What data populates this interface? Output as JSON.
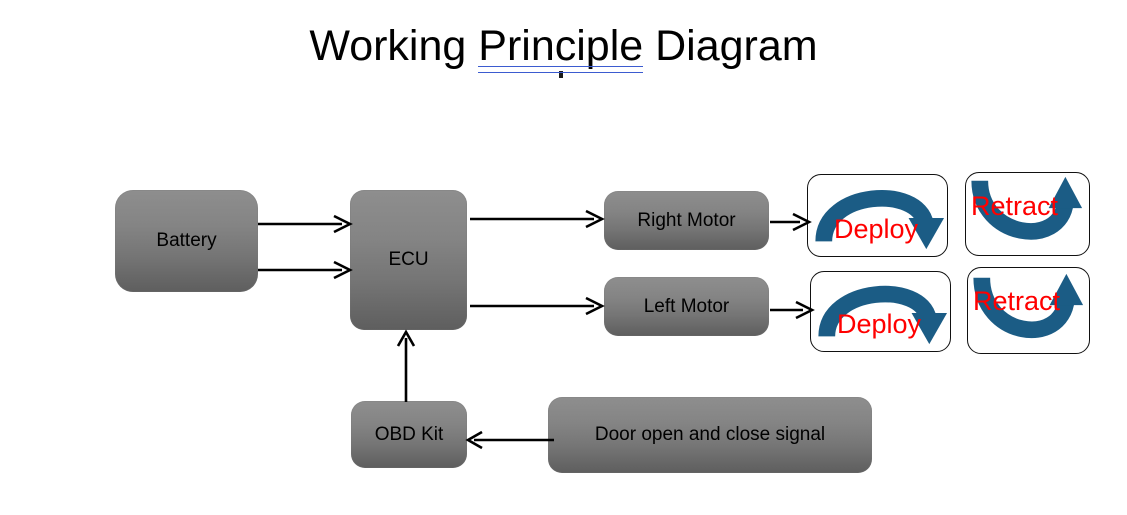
{
  "title": {
    "before": "Working ",
    "highlighted": "Principle",
    "after": " Diagram",
    "full": "Working Principle Diagram",
    "underline_color": "#3b5bd0"
  },
  "colors": {
    "box_fill_top": "#8e8e8e",
    "box_fill_bottom": "#5e5e5e",
    "card_border": "#111111",
    "arrow_blue": "#1b5c85",
    "caption_red": "#ff0000",
    "connector_black": "#000000",
    "background": "#ffffff"
  },
  "nodes": {
    "battery": {
      "label": "Battery"
    },
    "ecu": {
      "label": "ECU"
    },
    "right_motor": {
      "label": "Right Motor"
    },
    "left_motor": {
      "label": "Left Motor"
    },
    "obd_kit": {
      "label": "OBD Kit"
    },
    "door_signal": {
      "label": "Door open and close signal"
    }
  },
  "cards": [
    {
      "id": "deploy-right",
      "caption": "Deploy",
      "icon": "arc-arrow-down-right-icon"
    },
    {
      "id": "retract-right",
      "caption": "Retract",
      "icon": "u-arrow-up-right-icon"
    },
    {
      "id": "deploy-left",
      "caption": "Deploy",
      "icon": "arc-arrow-down-right-icon"
    },
    {
      "id": "retract-left",
      "caption": "Retract",
      "icon": "u-arrow-up-right-icon"
    }
  ],
  "connectors": [
    {
      "id": "battery-to-ecu-upper",
      "from": "battery",
      "to": "ecu",
      "direction": "right"
    },
    {
      "id": "battery-to-ecu-lower",
      "from": "battery",
      "to": "ecu",
      "direction": "right"
    },
    {
      "id": "ecu-to-right-motor",
      "from": "ecu",
      "to": "right_motor",
      "direction": "right"
    },
    {
      "id": "ecu-to-left-motor",
      "from": "ecu",
      "to": "left_motor",
      "direction": "right"
    },
    {
      "id": "right-motor-to-deploy",
      "from": "right_motor",
      "to": "deploy-right",
      "direction": "right"
    },
    {
      "id": "left-motor-to-deploy",
      "from": "left_motor",
      "to": "deploy-left",
      "direction": "right"
    },
    {
      "id": "obd-to-ecu",
      "from": "obd_kit",
      "to": "ecu",
      "direction": "up"
    },
    {
      "id": "door-signal-to-obd",
      "from": "door_signal",
      "to": "obd_kit",
      "direction": "left"
    }
  ]
}
